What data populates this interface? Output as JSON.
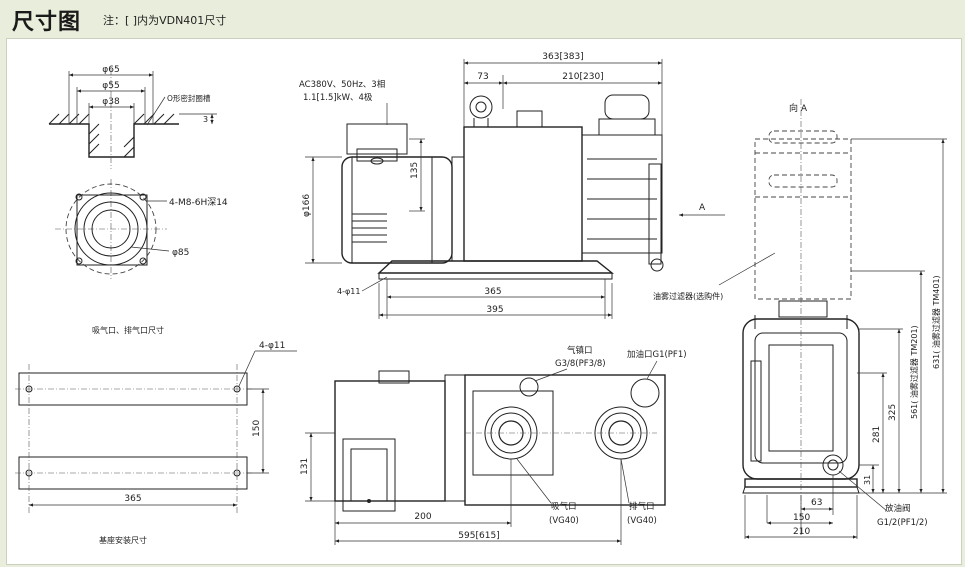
{
  "header": {
    "title": "尺寸图",
    "note": "注：[ ]内为VDN401尺寸"
  },
  "flange": {
    "d65": "φ65",
    "d55": "φ55",
    "d38": "φ38",
    "oring": "O形密封圈槽",
    "depth3": "3",
    "bolts": "4-M8-6H深14",
    "d85": "φ85",
    "caption": "吸气口、排气口尺寸"
  },
  "base": {
    "holes": "4-φ11",
    "d150": "150",
    "d365": "365",
    "caption": "基座安装尺寸"
  },
  "side": {
    "d363": "363[383]",
    "d73": "73",
    "d210": "210[230]",
    "motor_line1": "AC380V、50Hz、3相",
    "motor_line2": "1.1[1.5]kW、4极",
    "d135": "135",
    "d166": "φ166",
    "holes": "4-φ11",
    "d365": "365",
    "d395": "395",
    "arrow": "A"
  },
  "top": {
    "ballast": "气镇口",
    "ballast_spec": "G3/8(PF3/8)",
    "oilfill": "加油口G1(PF1)",
    "inlet": "吸气口",
    "inlet_spec": "(VG40)",
    "outlet": "排气口",
    "outlet_spec": "(VG40)",
    "d131": "131",
    "d200": "200",
    "d595": "595[615]"
  },
  "end": {
    "view": "向 A",
    "filter": "油雾过滤器(选购件)",
    "d561": "561( 油雾过滤器 TM201)",
    "d631": "631( 油雾过滤器 TM401)",
    "d325": "325",
    "d281": "281",
    "d31": "31",
    "d63": "63",
    "d150": "150",
    "d210": "210",
    "drain": "放油阀",
    "drain_spec": "G1/2(PF1/2)"
  }
}
